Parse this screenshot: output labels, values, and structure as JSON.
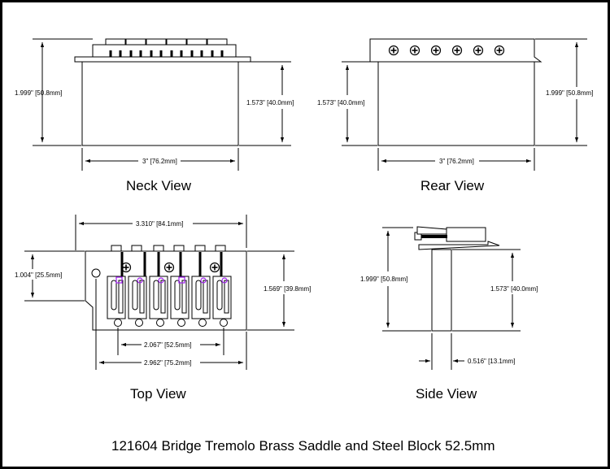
{
  "sheet_title": "121604 Bridge Tremolo Brass Saddle and Steel Block 52.5mm",
  "colors": {
    "frame": "#000000",
    "paper": "#ffffff",
    "saddle_hole": "#a020f0"
  },
  "views": {
    "neck": {
      "title": "Neck View",
      "dims": {
        "height_total": "1.999\" [50.8mm]",
        "height_block": "1.573\" [40.0mm]",
        "width": "3\" [76.2mm]"
      }
    },
    "rear": {
      "title": "Rear View",
      "dims": {
        "height_block": "1.573\" [40.0mm]",
        "height_total": "1.999\" [50.8mm]",
        "width": "3\" [76.2mm]"
      }
    },
    "top": {
      "title": "Top View",
      "dims": {
        "overall_width": "3.310\" [84.1mm]",
        "depth_left": "1.004\" [25.5mm]",
        "depth_right": "1.569\" [39.8mm]",
        "string_spacing": "2.067\" [52.5mm]",
        "mount_spacing": "2.962\" [75.2mm]"
      }
    },
    "side": {
      "title": "Side View",
      "dims": {
        "height_total": "1.999\" [50.8mm]",
        "height_block": "1.573\" [40.0mm]",
        "block_width": "0.516\" [13.1mm]"
      }
    }
  },
  "icons": [
    "screw-icon",
    "arrowhead-icon"
  ]
}
